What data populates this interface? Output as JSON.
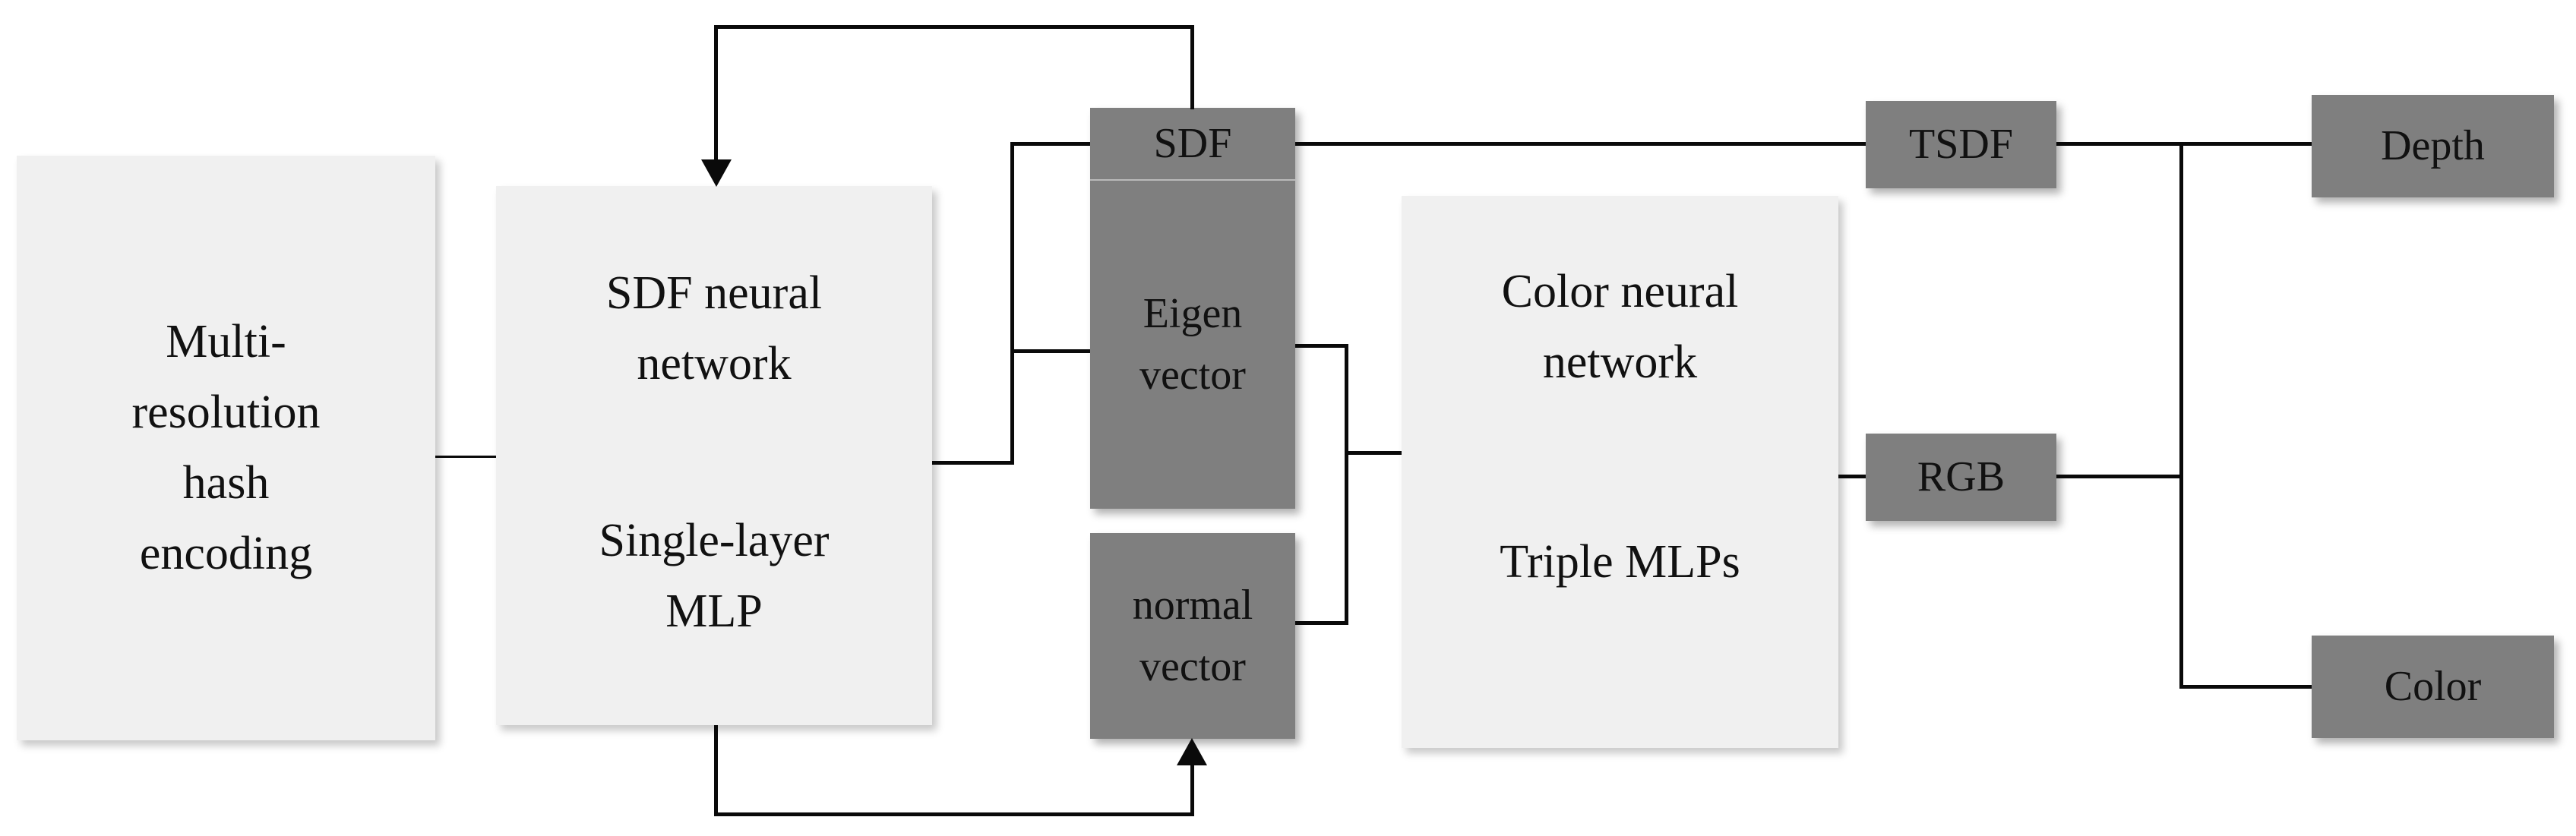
{
  "colors": {
    "bg": "#ffffff",
    "light_box": "#f0f0f0",
    "dark_box": "#7f7f7f",
    "line": "#0a0a0a",
    "text": "#111111"
  },
  "boxes": {
    "multi_res": {
      "lines": [
        "Multi-",
        "resolution",
        "hash",
        "encoding"
      ]
    },
    "sdf_nn": {
      "title_lines": [
        "SDF neural",
        "network"
      ],
      "subtitle_lines": [
        "Single-layer",
        "MLP"
      ]
    },
    "sdf_output": {
      "label": "SDF"
    },
    "eigen": {
      "lines": [
        "Eigen",
        "vector"
      ]
    },
    "normal": {
      "lines": [
        "normal",
        "vector"
      ]
    },
    "color_nn": {
      "title_lines": [
        "Color neural",
        "network"
      ],
      "subtitle": "Triple MLPs"
    },
    "tsdf": {
      "label": "TSDF"
    },
    "rgb": {
      "label": "RGB"
    },
    "depth": {
      "label": "Depth"
    },
    "color": {
      "label": "Color"
    }
  }
}
